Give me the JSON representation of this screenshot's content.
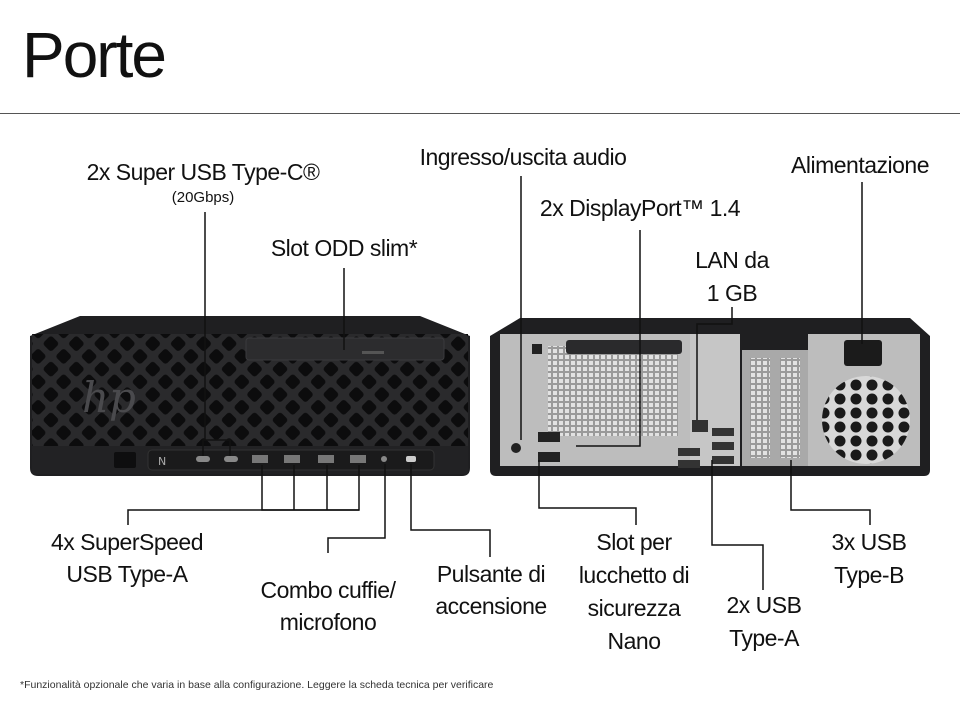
{
  "title": "Porte",
  "labels": {
    "usb_c": "2x Super USB Type-C®",
    "usb_c_speed": "(20Gbps)",
    "odd": "Slot ODD slim*",
    "audio_io": "Ingresso/uscita audio",
    "displayport": "2x DisplayPort™ 1.4",
    "power_in": "Alimentazione",
    "lan_1": "LAN da",
    "lan_2": "1 GB",
    "usb_a_front_1": "4x SuperSpeed",
    "usb_a_front_2": "USB Type-A",
    "combo_1": "Combo cuffie/",
    "combo_2": "microfono",
    "power_btn_1": "Pulsante di",
    "power_btn_2": "accensione",
    "lock_1": "Slot per",
    "lock_2": "lucchetto di",
    "lock_3": "sicurezza",
    "lock_4": "Nano",
    "usb_a_rear_1": "2x USB",
    "usb_a_rear_2": "Type-A",
    "usb_b_1": "3x USB",
    "usb_b_2": "Type-B"
  },
  "footnote": "*Funzionalità opzionale che varia in base alla configurazione. Leggere la scheda tecnica per verificare",
  "colors": {
    "chassis": "#1f1f21",
    "panel": "#c9c9c9",
    "line": "#111111"
  },
  "icons": [
    "hp-logo",
    "fan-grille",
    "power-inlet"
  ]
}
